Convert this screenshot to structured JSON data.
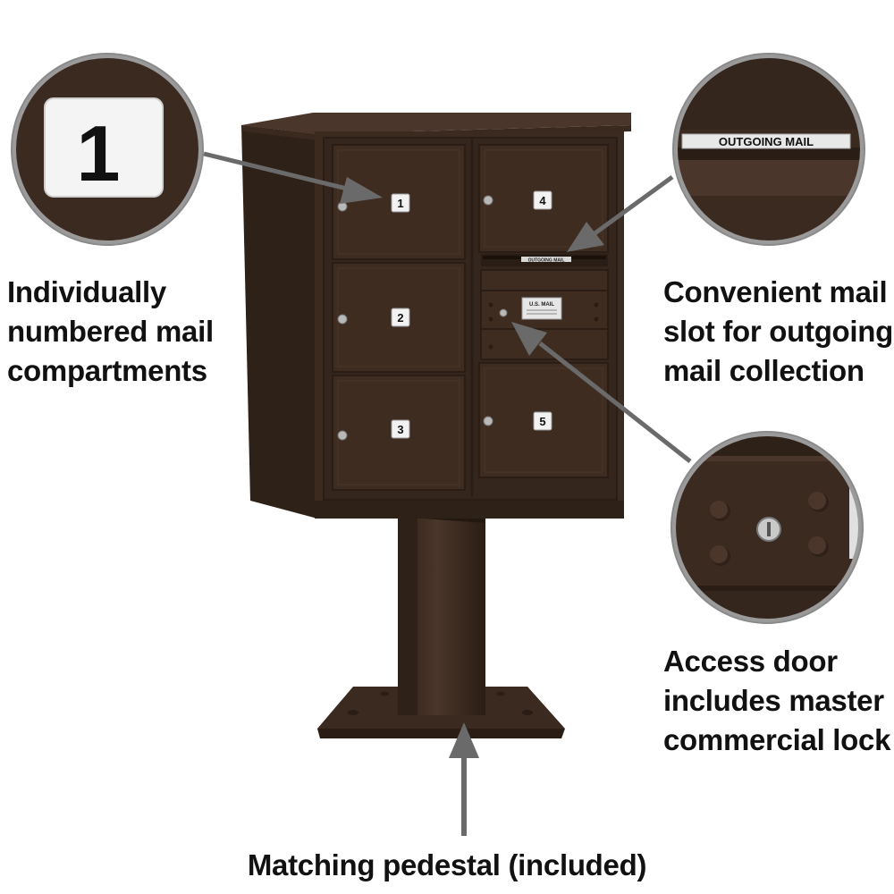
{
  "callouts": {
    "numbered_lines": [
      "Individually",
      "numbered mail",
      "compartments"
    ],
    "slot_lines": [
      "Convenient mail",
      "slot for outgoing",
      "mail collection"
    ],
    "access_lines": [
      "Access door",
      "includes master",
      "commercial lock"
    ],
    "pedestal": "Matching pedestal (included)"
  },
  "zoom_insets": {
    "number_plate": "1",
    "outgoing_label": "OUTGOING MAIL"
  },
  "mailbox": {
    "compartments": [
      "1",
      "2",
      "3",
      "4",
      "5"
    ],
    "slot_label": "OUTGOING MAIL",
    "usmail_label": "U.S. MAIL"
  },
  "colors": {
    "bronze": "#3b2a20",
    "bronze_light": "#4a362a",
    "bronze_dark": "#2a1d15",
    "arrow": "#6a6a6a",
    "text": "#111111"
  }
}
